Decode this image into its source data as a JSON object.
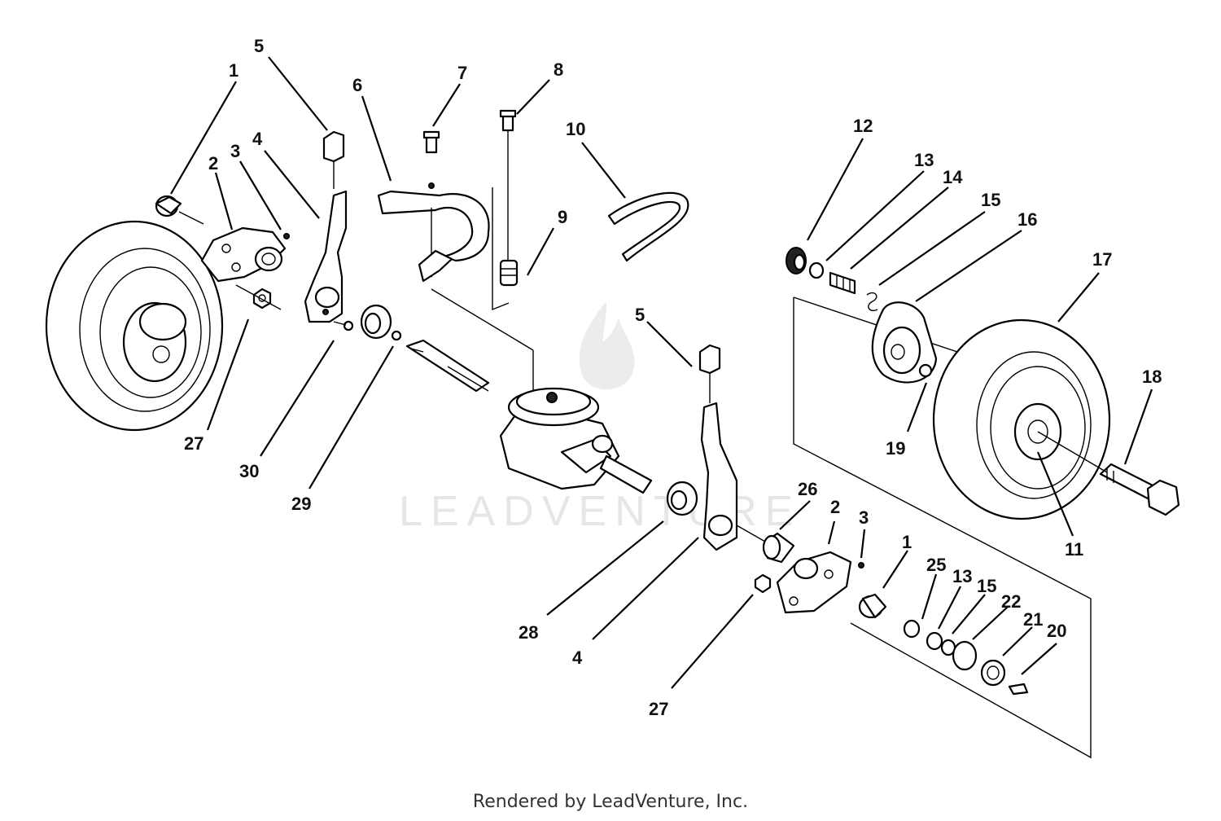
{
  "watermark": {
    "text": "LEADVENTURE"
  },
  "footer": {
    "credit": "Rendered by LeadVenture, Inc."
  },
  "callouts": [
    {
      "id": "c1a",
      "label": "1"
    },
    {
      "id": "c2a",
      "label": "2"
    },
    {
      "id": "c3a",
      "label": "3"
    },
    {
      "id": "c4a",
      "label": "4"
    },
    {
      "id": "c5a",
      "label": "5"
    },
    {
      "id": "c6",
      "label": "6"
    },
    {
      "id": "c7",
      "label": "7"
    },
    {
      "id": "c8",
      "label": "8"
    },
    {
      "id": "c9",
      "label": "9"
    },
    {
      "id": "c10",
      "label": "10"
    },
    {
      "id": "c12",
      "label": "12"
    },
    {
      "id": "c13a",
      "label": "13"
    },
    {
      "id": "c14",
      "label": "14"
    },
    {
      "id": "c15a",
      "label": "15"
    },
    {
      "id": "c16",
      "label": "16"
    },
    {
      "id": "c17",
      "label": "17"
    },
    {
      "id": "c18",
      "label": "18"
    },
    {
      "id": "c19",
      "label": "19"
    },
    {
      "id": "c11",
      "label": "11"
    },
    {
      "id": "c27a",
      "label": "27"
    },
    {
      "id": "c30",
      "label": "30"
    },
    {
      "id": "c29",
      "label": "29"
    },
    {
      "id": "c5b",
      "label": "5"
    },
    {
      "id": "c26",
      "label": "26"
    },
    {
      "id": "c2b",
      "label": "2"
    },
    {
      "id": "c3b",
      "label": "3"
    },
    {
      "id": "c1b",
      "label": "1"
    },
    {
      "id": "c25",
      "label": "25"
    },
    {
      "id": "c13b",
      "label": "13"
    },
    {
      "id": "c15b",
      "label": "15"
    },
    {
      "id": "c22",
      "label": "22"
    },
    {
      "id": "c21",
      "label": "21"
    },
    {
      "id": "c20",
      "label": "20"
    },
    {
      "id": "c28",
      "label": "28"
    },
    {
      "id": "c4b",
      "label": "4"
    },
    {
      "id": "c27b",
      "label": "27"
    }
  ]
}
